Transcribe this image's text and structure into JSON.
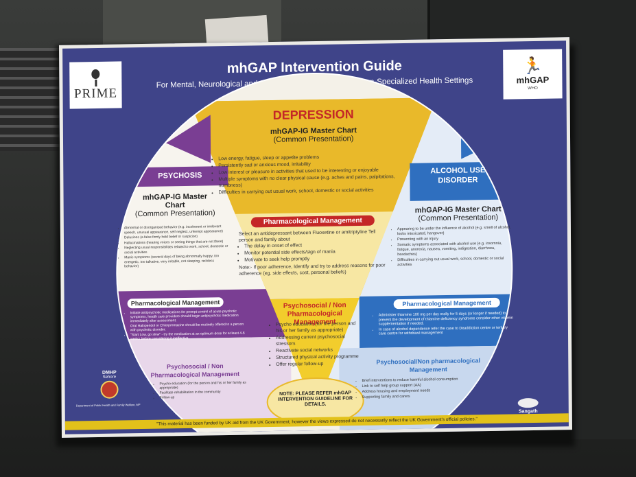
{
  "poster": {
    "title": "mhGAP Intervention Guide",
    "subtitle": "For Mental, Neurological and Substance Use Disorders in Non-Specialized Health Settings",
    "logos": {
      "left": "PRIME",
      "right": "mhGAP",
      "right_sub": "WHO"
    },
    "depression": {
      "title": "DEPRESSION",
      "chart_title": "mhGAP-IG Master Chart",
      "chart_sub": "(Common Presentation)",
      "items": [
        "Low energy, fatigue, sleep or appetite problems",
        "Persistently sad or anxious mood, irritability",
        "Low interest or pleasure in activities that used to be interesting or enjoyable",
        "Multiple symptoms with no clear physical cause (e.g. aches and pains, palpitations, numbness)",
        "Difficulties in carrying out usual work, school, domestic or social activities"
      ],
      "pharm_label": "Pharmacological Management",
      "pharm_intro": "Select an antidepressant between Fluoxetine or amitriptyline Tell person and family about",
      "pharm_items": [
        "The delay in onset of effect",
        "Monitor potential side effects/sign of mania",
        "Motivate to seek help promptly"
      ],
      "pharm_note": "Note:- If poor adherence, Identify and try to address reasons for poor adherence (eg. side effects, cost, personal beliefs)",
      "psycho_label": "Psychosocial / Non Pharmacological Management",
      "psycho_items": [
        "Psycho education (for the person and his or her family as appropriate)",
        "Addressing current psychosocial stressors",
        "Reactivate social networks",
        "Structured physical activity programme",
        "Offer regular follow-up"
      ],
      "note": "NOTE: PLEASE REFER mhGAP INTERVENTION GUIDELINE FOR DETAILS."
    },
    "psychosis": {
      "title": "PSYCHOSIS",
      "chart_title": "mhGAP-IG Master Chart",
      "chart_sub": "(Common Presentation)",
      "items": [
        "Abnormal or disorganized behavior (e.g. incoherent or irrelevant speech, unusual appearance, self-neglect, unkempt appearance)",
        "Delusions (a false firmly held belief or suspicion)",
        "Hallucinations (hearing voices or seeing things that are not there)",
        "Neglecting usual responsibilities related to work, school, domestic or social activities",
        "Manic symptoms (several days of being abnormally happy, too energetic, too talkative, very irritable, not sleeping, reckless behavior)"
      ],
      "pharm_label": "Pharmacological Management",
      "pharm_items": [
        "Initiate antipsychotic medications for prompt control of acute psychotic symptoms, health care providers should begin antipsychotic medication immediately after assessment.",
        "Oral Haloperidol or Chlorpromazine should be routinely offered to a person with psychotic disorder.",
        "\"Start Low, go slow\" - try the medication at an optimum dose for at least 4-6 weeks before considering it ineffective"
      ],
      "psycho_label": "Psychosocial / Non Pharmacological Management",
      "psycho_items": [
        "Psycho education (for the person and his or her family as appropriate)",
        "Facilitate rehabilitation in the community",
        "Follow-up"
      ]
    },
    "alcohol": {
      "title": "ALCOHOL USE DISORDER",
      "chart_title": "mhGAP-IG Master Chart",
      "chart_sub": "(Common Presentation)",
      "items": [
        "Appearing to be under the influence of alcohol (e.g. smell of alcohol, looks intoxicated, hangover)",
        "Presenting with an injury",
        "Somatic symptoms associated with alcohol use (e.g. insomnia, fatigue, anorexia, nausea, vomiting, indigestion, diarrhoea, headaches)",
        "Difficulties in carrying out usual work, school, domestic or social activities"
      ],
      "pharm_label": "Pharmacological Management",
      "pharm_items": [
        "Administer thiamine 100 mg per day orally for 5 days (or longer if needed) to prevent the development of thiamine deficiency syndrome consider other vitamin supplementation if needed.",
        "In case of alcohol dependence refer the case to Deaddiction centre or tertiary care centre for withdrawl management"
      ],
      "psycho_label": "Psychosocial/Non pharmacological Management",
      "psycho_items": [
        "Brief interventions to reduce harmful alcohol consumption",
        "Link to self help group support (AA)",
        "Address housing and employment needs",
        "Supporting family and carers"
      ]
    },
    "dmhp": "DMHP",
    "dmhp_sub": "Sehore",
    "dept": "Department of Public Health and Family Welfare, MP",
    "sangath": "Sangath",
    "footer": "\"This material has been funded by UK aid from the UK Government, however the views expressed do not necessarily reflect the UK Government's official policies.\""
  },
  "colors": {
    "poster_bg": "#3f4489",
    "depression_yellow": "#f2cd2c",
    "psychosis_purple": "#7a3e93",
    "alcohol_blue": "#2f6fbf",
    "light_blue": "#c8d8ee",
    "light_purple": "#e8d7ea"
  }
}
